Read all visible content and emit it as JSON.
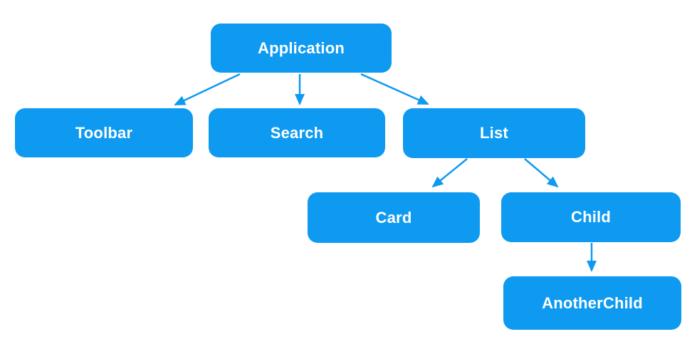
{
  "diagram": {
    "type": "tree",
    "description": "Component hierarchy tree diagram",
    "colors": {
      "node_fill": "#0e9af1",
      "node_text": "#ffffff",
      "arrow": "#0e9af1",
      "background": "#ffffff"
    },
    "nodes": [
      {
        "id": "application",
        "label": "Application"
      },
      {
        "id": "toolbar",
        "label": "Toolbar"
      },
      {
        "id": "search",
        "label": "Search"
      },
      {
        "id": "list",
        "label": "List"
      },
      {
        "id": "card",
        "label": "Card"
      },
      {
        "id": "child",
        "label": "Child"
      },
      {
        "id": "anotherchild",
        "label": "AnotherChild"
      }
    ],
    "edges": [
      {
        "from": "Application",
        "to": "Toolbar"
      },
      {
        "from": "Application",
        "to": "Search"
      },
      {
        "from": "Application",
        "to": "List"
      },
      {
        "from": "List",
        "to": "Card"
      },
      {
        "from": "List",
        "to": "Child"
      },
      {
        "from": "Child",
        "to": "AnotherChild"
      }
    ]
  }
}
